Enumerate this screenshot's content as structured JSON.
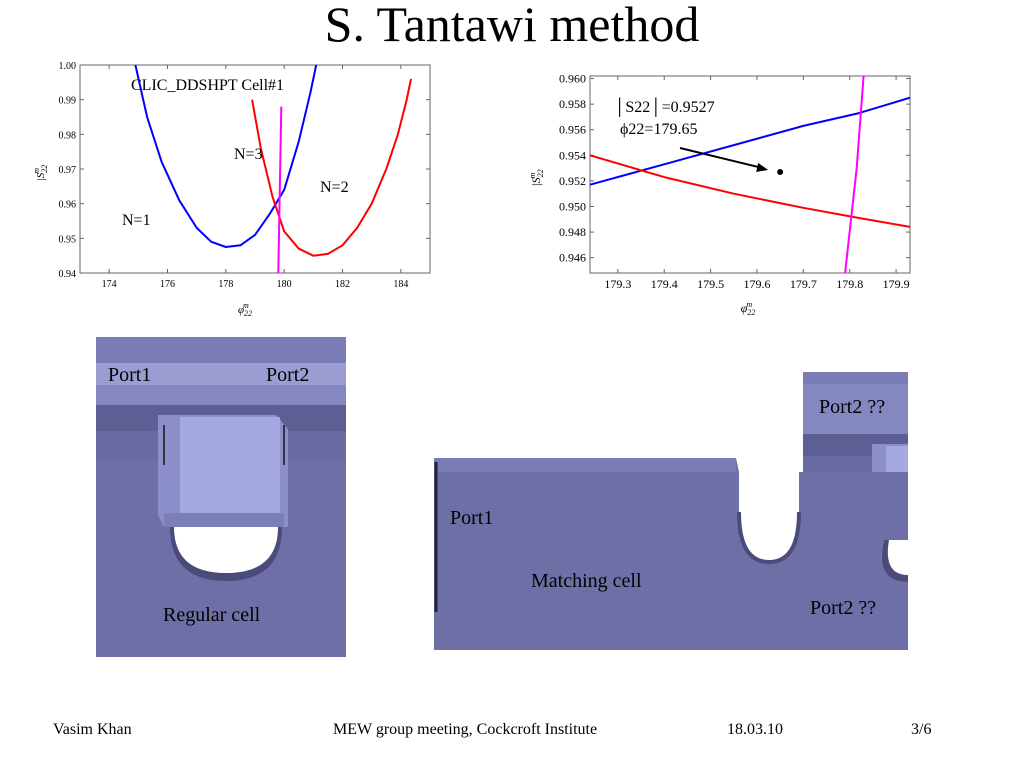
{
  "slide": {
    "title": "S. Tantawi method",
    "footer": {
      "author": "Vasim Khan",
      "event": "MEW group meeting, Cockcroft Institute",
      "date": "18.03.10",
      "page": "3/6"
    }
  },
  "chart_data": [
    {
      "type": "line",
      "title": "CLIC_DDSHPT Cell#1",
      "xlabel": "φ22m",
      "ylabel": "|S22m|",
      "xlim": [
        173,
        185
      ],
      "ylim": [
        0.94,
        1.0
      ],
      "x_ticks": [
        "174",
        "176",
        "178",
        "180",
        "182",
        "184"
      ],
      "y_ticks": [
        "0.94",
        "0.95",
        "0.96",
        "0.97",
        "0.98",
        "0.99",
        "1.00"
      ],
      "annotations": [
        "N=1",
        "N=2",
        "N=3"
      ],
      "series": [
        {
          "name": "N=1",
          "color": "#0000ff",
          "x": [
            174.9,
            175.3,
            175.8,
            176.4,
            177.0,
            177.5,
            178.0,
            178.5,
            179.0,
            179.5,
            180.0,
            180.5,
            180.9,
            181.1
          ],
          "y": [
            1.0,
            0.985,
            0.972,
            0.961,
            0.953,
            0.949,
            0.9475,
            0.948,
            0.951,
            0.957,
            0.964,
            0.978,
            0.992,
            1.0
          ]
        },
        {
          "name": "N=2",
          "color": "#ff0000",
          "x": [
            178.9,
            179.2,
            179.6,
            180.0,
            180.5,
            181.0,
            181.5,
            182.0,
            182.5,
            183.0,
            183.5,
            183.9,
            184.2,
            184.35
          ],
          "y": [
            0.99,
            0.976,
            0.962,
            0.952,
            0.947,
            0.945,
            0.9455,
            0.948,
            0.953,
            0.96,
            0.97,
            0.98,
            0.99,
            0.996
          ]
        },
        {
          "name": "N=3",
          "color": "#ff00ff",
          "x": [
            179.8,
            179.9
          ],
          "y": [
            0.94,
            0.988
          ]
        }
      ]
    },
    {
      "type": "line",
      "title": "",
      "xlabel": "φ22m",
      "ylabel": "|S22m|",
      "xlim": [
        179.24,
        179.93
      ],
      "ylim": [
        0.9448,
        0.9602
      ],
      "x_ticks": [
        "179.3",
        "179.4",
        "179.5",
        "179.6",
        "179.7",
        "179.8",
        "179.9"
      ],
      "y_ticks": [
        "0.946",
        "0.948",
        "0.950",
        "0.952",
        "0.954",
        "0.956",
        "0.958",
        "0.960"
      ],
      "annotations": [
        "│S22│=0.9527",
        "ϕ22=179.65"
      ],
      "point": {
        "x": 179.65,
        "y": 0.9527
      },
      "series": [
        {
          "name": "blue",
          "color": "#0000ff",
          "x": [
            179.24,
            179.4,
            179.55,
            179.7,
            179.82,
            179.93
          ],
          "y": [
            0.9517,
            0.9533,
            0.9548,
            0.9563,
            0.9573,
            0.9585
          ]
        },
        {
          "name": "red",
          "color": "#ff0000",
          "x": [
            179.24,
            179.4,
            179.55,
            179.7,
            179.82,
            179.93
          ],
          "y": [
            0.954,
            0.9523,
            0.951,
            0.9499,
            0.9491,
            0.9484
          ]
        },
        {
          "name": "magenta",
          "color": "#ff00ff",
          "x": [
            179.79,
            179.815,
            179.83
          ],
          "y": [
            0.9448,
            0.953,
            0.9602
          ]
        }
      ]
    }
  ],
  "cad": {
    "regular": {
      "port1": "Port1",
      "port2": "Port2",
      "caption": "Regular cell"
    },
    "matching": {
      "port1": "Port1",
      "caption": "Matching cell",
      "port2_top": "Port2 ??",
      "port2_bottom": "Port2 ??"
    }
  }
}
